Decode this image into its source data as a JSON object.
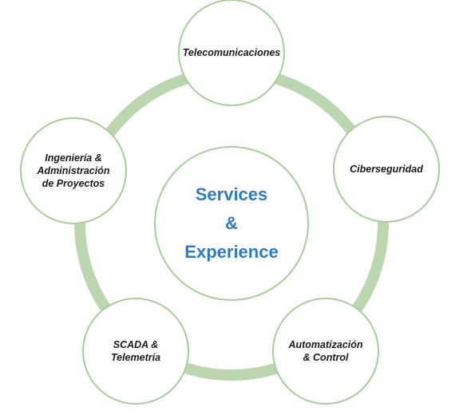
{
  "colors": {
    "ring": "#bcd7b0",
    "node_border": "#a8cc9c",
    "center_text": "#2e7bbf",
    "node_text": "#1a1a1a"
  },
  "center": {
    "line1": "Services",
    "line2": "&",
    "line3": "Experience"
  },
  "nodes": [
    {
      "label": "Telecomunicaciones"
    },
    {
      "label": "Ciberseguridad"
    },
    {
      "label": "Automatización\n& Control"
    },
    {
      "label": "SCADA &\nTelemetría"
    },
    {
      "label": "Ingeniería &\nAdministración\nde Proyectos"
    }
  ]
}
